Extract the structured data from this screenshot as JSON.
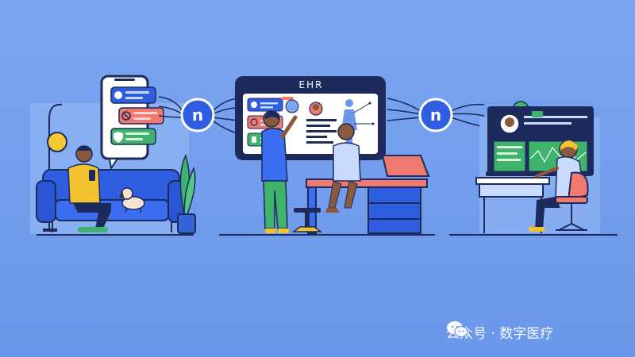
{
  "screen": {
    "title": "EHR"
  },
  "brand": {
    "node_label": "n"
  },
  "watermark": {
    "text": "公众号 · 数字医疗",
    "icon": "wechat-icon"
  },
  "icons": [
    "user-icon",
    "no-symbol-icon",
    "shield-icon",
    "dollar-icon",
    "lightning-icon"
  ],
  "colors": {
    "background": "#6f9bec",
    "navy": "#1d2a5c",
    "accent_blue": "#2a52c9",
    "node_blue": "#2f5fe0",
    "green": "#3fb36b",
    "coral": "#f07a6f",
    "yellow": "#f2c230",
    "light_blue": "#c9dcff"
  }
}
